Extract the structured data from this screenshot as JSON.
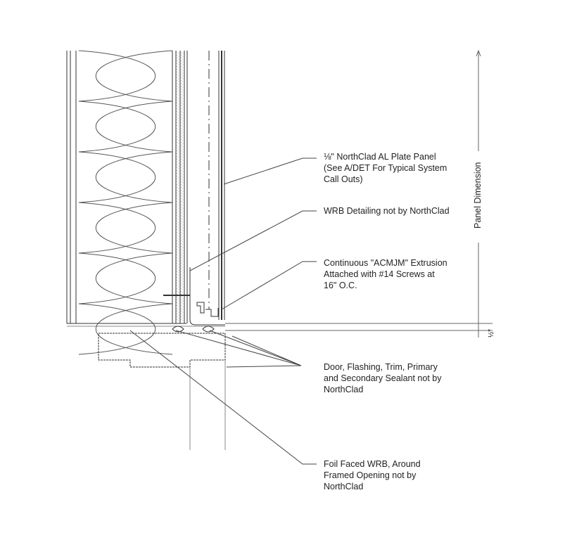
{
  "callouts": [
    {
      "text": "⅛\" NorthClad AL Plate Panel\n(See A/DET For Typical System\nCall Outs)"
    },
    {
      "text": "WRB Detailing not by NorthClad"
    },
    {
      "text": "Continuous \"ACMJM\" Extrusion\nAttached with #14 Screws at\n16\" O.C."
    },
    {
      "text": "Door, Flashing, Trim, Primary\nand Secondary Sealant not by\nNorthClad"
    },
    {
      "text": "Foil Faced WRB, Around\nFramed Opening not by\nNorthClad"
    }
  ],
  "dimensions": {
    "panel_dimension": "Panel Dimension",
    "gap": "½\""
  }
}
